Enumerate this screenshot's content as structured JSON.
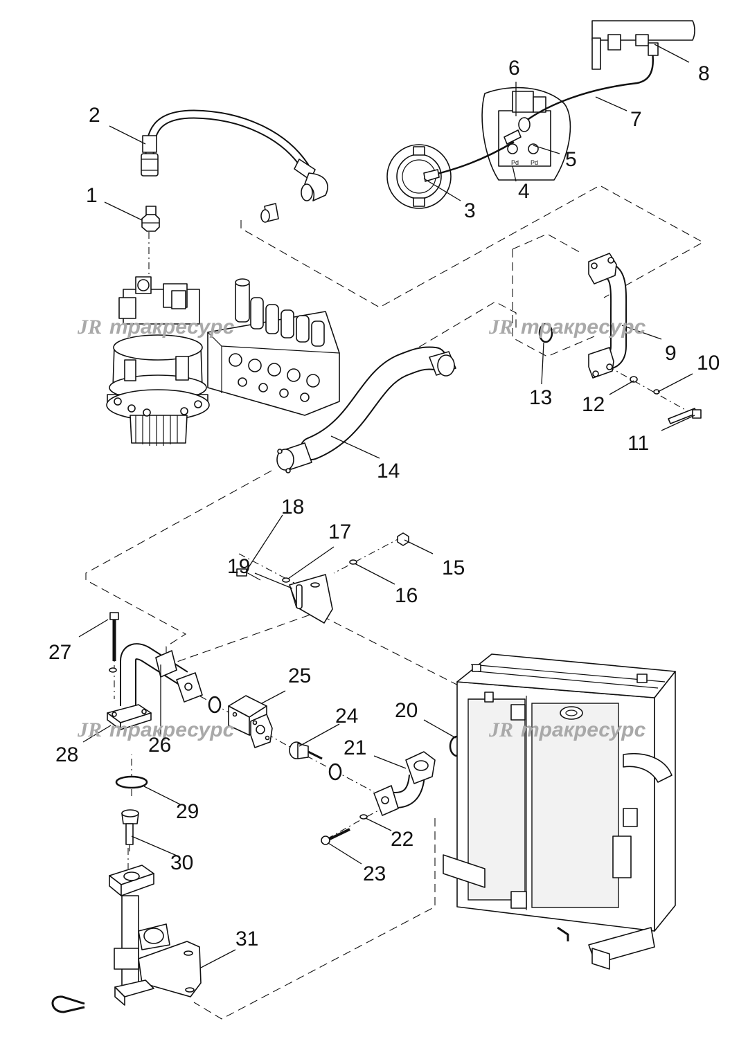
{
  "watermark": {
    "logo": "JR",
    "text": "тракресурс"
  },
  "callouts": {
    "c1": "1",
    "c2": "2",
    "c3": "3",
    "c4": "4",
    "c5": "5",
    "c6": "6",
    "c7": "7",
    "c8": "8",
    "c9": "9",
    "c10": "10",
    "c11": "11",
    "c12": "12",
    "c13": "13",
    "c14": "14",
    "c15": "15",
    "c16": "16",
    "c17": "17",
    "c18": "18",
    "c19": "19",
    "c20": "20",
    "c21": "21",
    "c22": "22",
    "c23": "23",
    "c24": "24",
    "c25": "25",
    "c26": "26",
    "c27": "27",
    "c28": "28",
    "c29": "29",
    "c30": "30",
    "c31": "31"
  },
  "sensor_markings": {
    "left": "Pd",
    "right": "Pd"
  },
  "colors": {
    "line": "#111111",
    "watermark": "#a9a9a9",
    "background": "#ffffff"
  }
}
